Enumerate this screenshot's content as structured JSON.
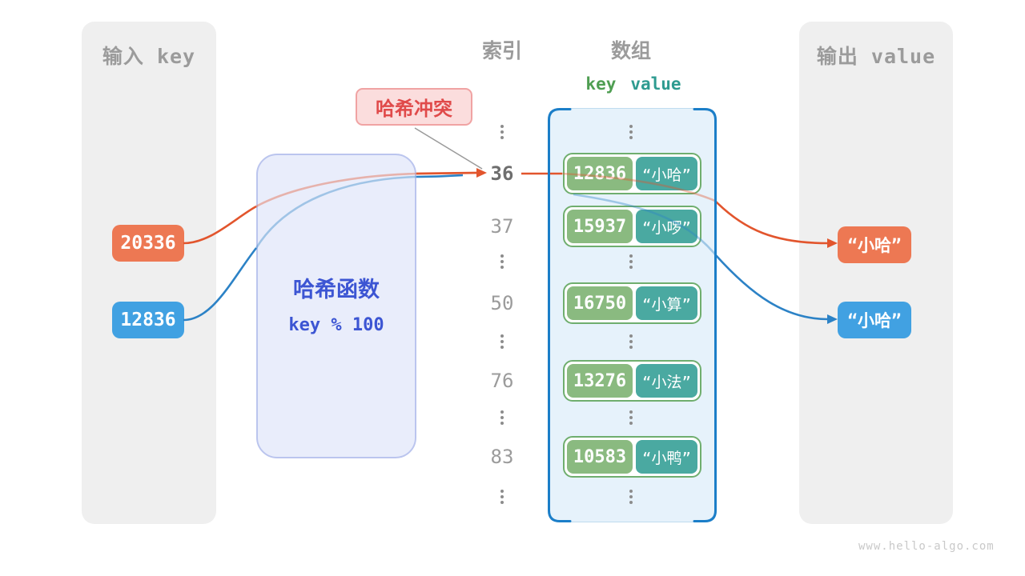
{
  "watermark": "www.hello-algo.com",
  "collision": {
    "label": "哈希冲突"
  },
  "hash": {
    "title": "哈希函数",
    "formula": "key % 100"
  },
  "headers": {
    "index": "索引",
    "array": "数组",
    "key": "key",
    "value": "value"
  },
  "panels": {
    "input": {
      "title": "输入 key",
      "items": [
        {
          "label": "20336",
          "color": "#ed7853"
        },
        {
          "label": "12836",
          "color": "#41a1e2"
        }
      ]
    },
    "output": {
      "title": "输出 value",
      "items": [
        {
          "label": "“小哈”",
          "color": "#ed7853"
        },
        {
          "label": "“小哈”",
          "color": "#41a1e2"
        }
      ]
    }
  },
  "index_cells": [
    "⋮",
    "36",
    "37",
    "⋮",
    "50",
    "⋮",
    "76",
    "⋮",
    "83",
    "⋮"
  ],
  "array": {
    "rows": [
      {
        "key": "12836",
        "value": "“小哈”"
      },
      {
        "key": "15937",
        "value": "“小啰”"
      },
      {
        "key": "16750",
        "value": "“小算”"
      },
      {
        "key": "13276",
        "value": "“小法”"
      },
      {
        "key": "10583",
        "value": "“小鸭”"
      }
    ]
  },
  "colors": {
    "panel_bg": "#efefef",
    "panel_title": "#9b9b9b",
    "orange": "#ed7853",
    "blue": "#41a1e2",
    "arrow_orange": "#e2552d",
    "arrow_blue": "#2c82c6",
    "hash_bg": "#e9edfb",
    "hash_border": "#bbc5ee",
    "hash_text": "#3c55d3",
    "collision_bg": "#fbdddd",
    "collision_border": "#f0a3a3",
    "collision_text": "#e04a4a",
    "key_green": "#8aba80",
    "value_teal": "#4aa9a1",
    "row_border": "#6fae6e",
    "container_bg": "#e6f2fb",
    "container_border": "#1b7ec8",
    "header_key_green": "#4f9e52",
    "header_value_teal": "#2e9b90"
  }
}
